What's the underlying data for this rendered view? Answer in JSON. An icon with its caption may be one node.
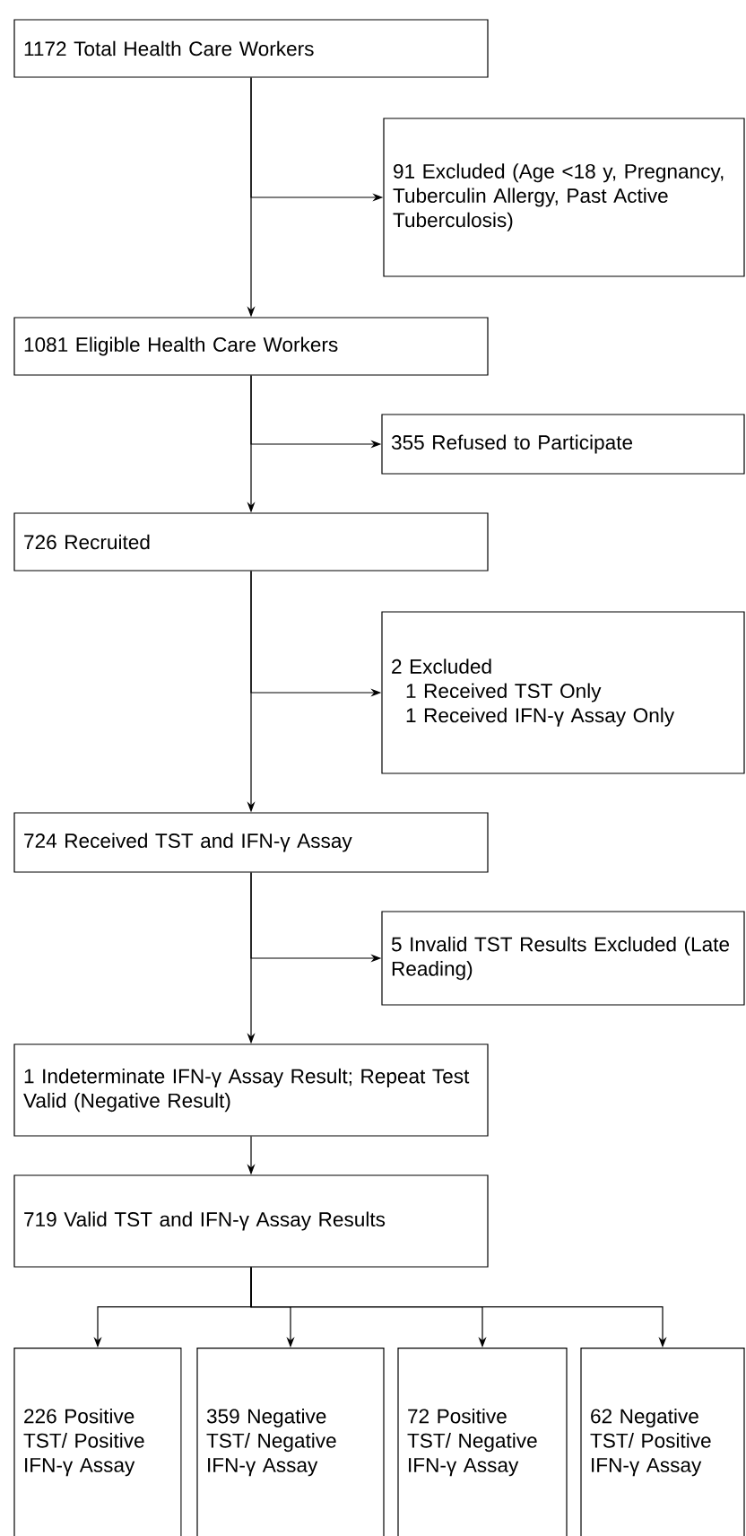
{
  "diagram": {
    "nodes": [
      {
        "text": [
          "1172 Total Health Care Workers"
        ]
      },
      {
        "text": [
          "91 Excluded (Age <18 y, Pregnancy, Tuberculin Allergy, Past Active Tuberculosis)"
        ]
      },
      {
        "text": [
          "1081 Eligible Health Care Workers"
        ]
      },
      {
        "text": [
          "355 Refused to Participate"
        ]
      },
      {
        "text": [
          "726 Recruited"
        ]
      },
      {
        "text": [
          "2 Excluded",
          "1 Received TST Only",
          "1 Received IFN-γ Assay Only"
        ]
      },
      {
        "text": [
          "724 Received TST and IFN-γ Assay"
        ]
      },
      {
        "text": [
          "5 Invalid TST Results Excluded (Late Reading)"
        ]
      },
      {
        "text": [
          "1 Indeterminate IFN-γ Assay Result; Repeat Test Valid (Negative Result)"
        ]
      },
      {
        "text": [
          "719 Valid TST and IFN-γ Assay Results"
        ]
      },
      {
        "text": [
          "226 Positive TST/ Positive IFN-γ Assay"
        ]
      },
      {
        "text": [
          "359 Negative TST/ Negative IFN-γ Assay"
        ]
      },
      {
        "text": [
          "72 Positive TST/ Negative IFN-γ Assay"
        ]
      },
      {
        "text": [
          "62 Negative TST/ Positive IFN-γ Assay"
        ]
      }
    ],
    "edges": [
      {
        "from": 0,
        "to": 1,
        "arrow": "to"
      },
      {
        "from": 0,
        "to": 2,
        "arrow": "to"
      },
      {
        "from": 2,
        "to": 3,
        "arrow": "to"
      },
      {
        "from": 2,
        "to": 4,
        "arrow": "to"
      },
      {
        "from": 4,
        "to": 5,
        "arrow": "to"
      },
      {
        "from": 4,
        "to": 6,
        "arrow": "to"
      },
      {
        "from": 6,
        "to": 7,
        "arrow": "to"
      },
      {
        "from": 6,
        "to": 8,
        "arrow": "to"
      },
      {
        "from": 8,
        "to": 9,
        "arrow": "to"
      },
      {
        "from": 9,
        "to": 10,
        "arrow": "to"
      },
      {
        "from": 9,
        "to": 11,
        "arrow": "to"
      },
      {
        "from": 9,
        "to": 12,
        "arrow": "to"
      },
      {
        "from": 9,
        "to": 13,
        "arrow": "to"
      }
    ]
  }
}
